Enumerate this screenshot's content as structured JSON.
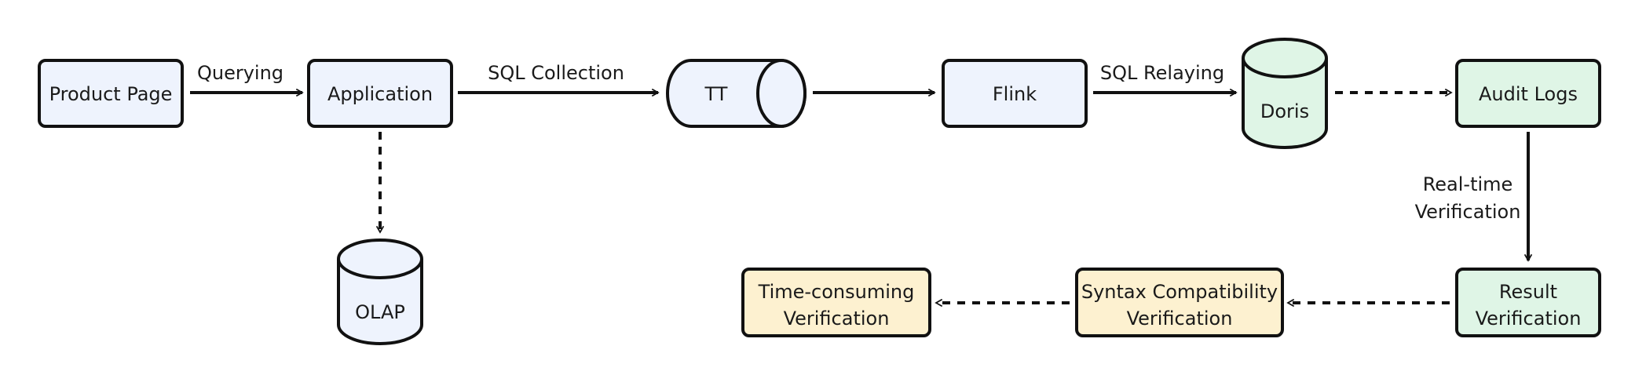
{
  "colors": {
    "blue_fill": "#eef3fd",
    "green_fill": "#dff5e6",
    "yellow_fill": "#fdf1d0",
    "stroke": "#111111"
  },
  "nodes": {
    "product_page": {
      "label": "Product Page"
    },
    "application": {
      "label": "Application"
    },
    "tt": {
      "label": "TT"
    },
    "flink": {
      "label": "Flink"
    },
    "doris": {
      "label": "Doris"
    },
    "audit_logs": {
      "label": "Audit Logs"
    },
    "olap": {
      "label": "OLAP"
    },
    "result_verification": {
      "line1": "Result",
      "line2": "Verification"
    },
    "syntax_compatibility": {
      "line1": "Syntax Compatibility",
      "line2": "Verification"
    },
    "time_consuming": {
      "line1": "Time-consuming",
      "line2": "Verification"
    }
  },
  "edges": {
    "querying": "Querying",
    "sql_collection": "SQL Collection",
    "sql_relaying": "SQL Relaying",
    "realtime_line1": "Real-time",
    "realtime_line2": "Verification"
  }
}
